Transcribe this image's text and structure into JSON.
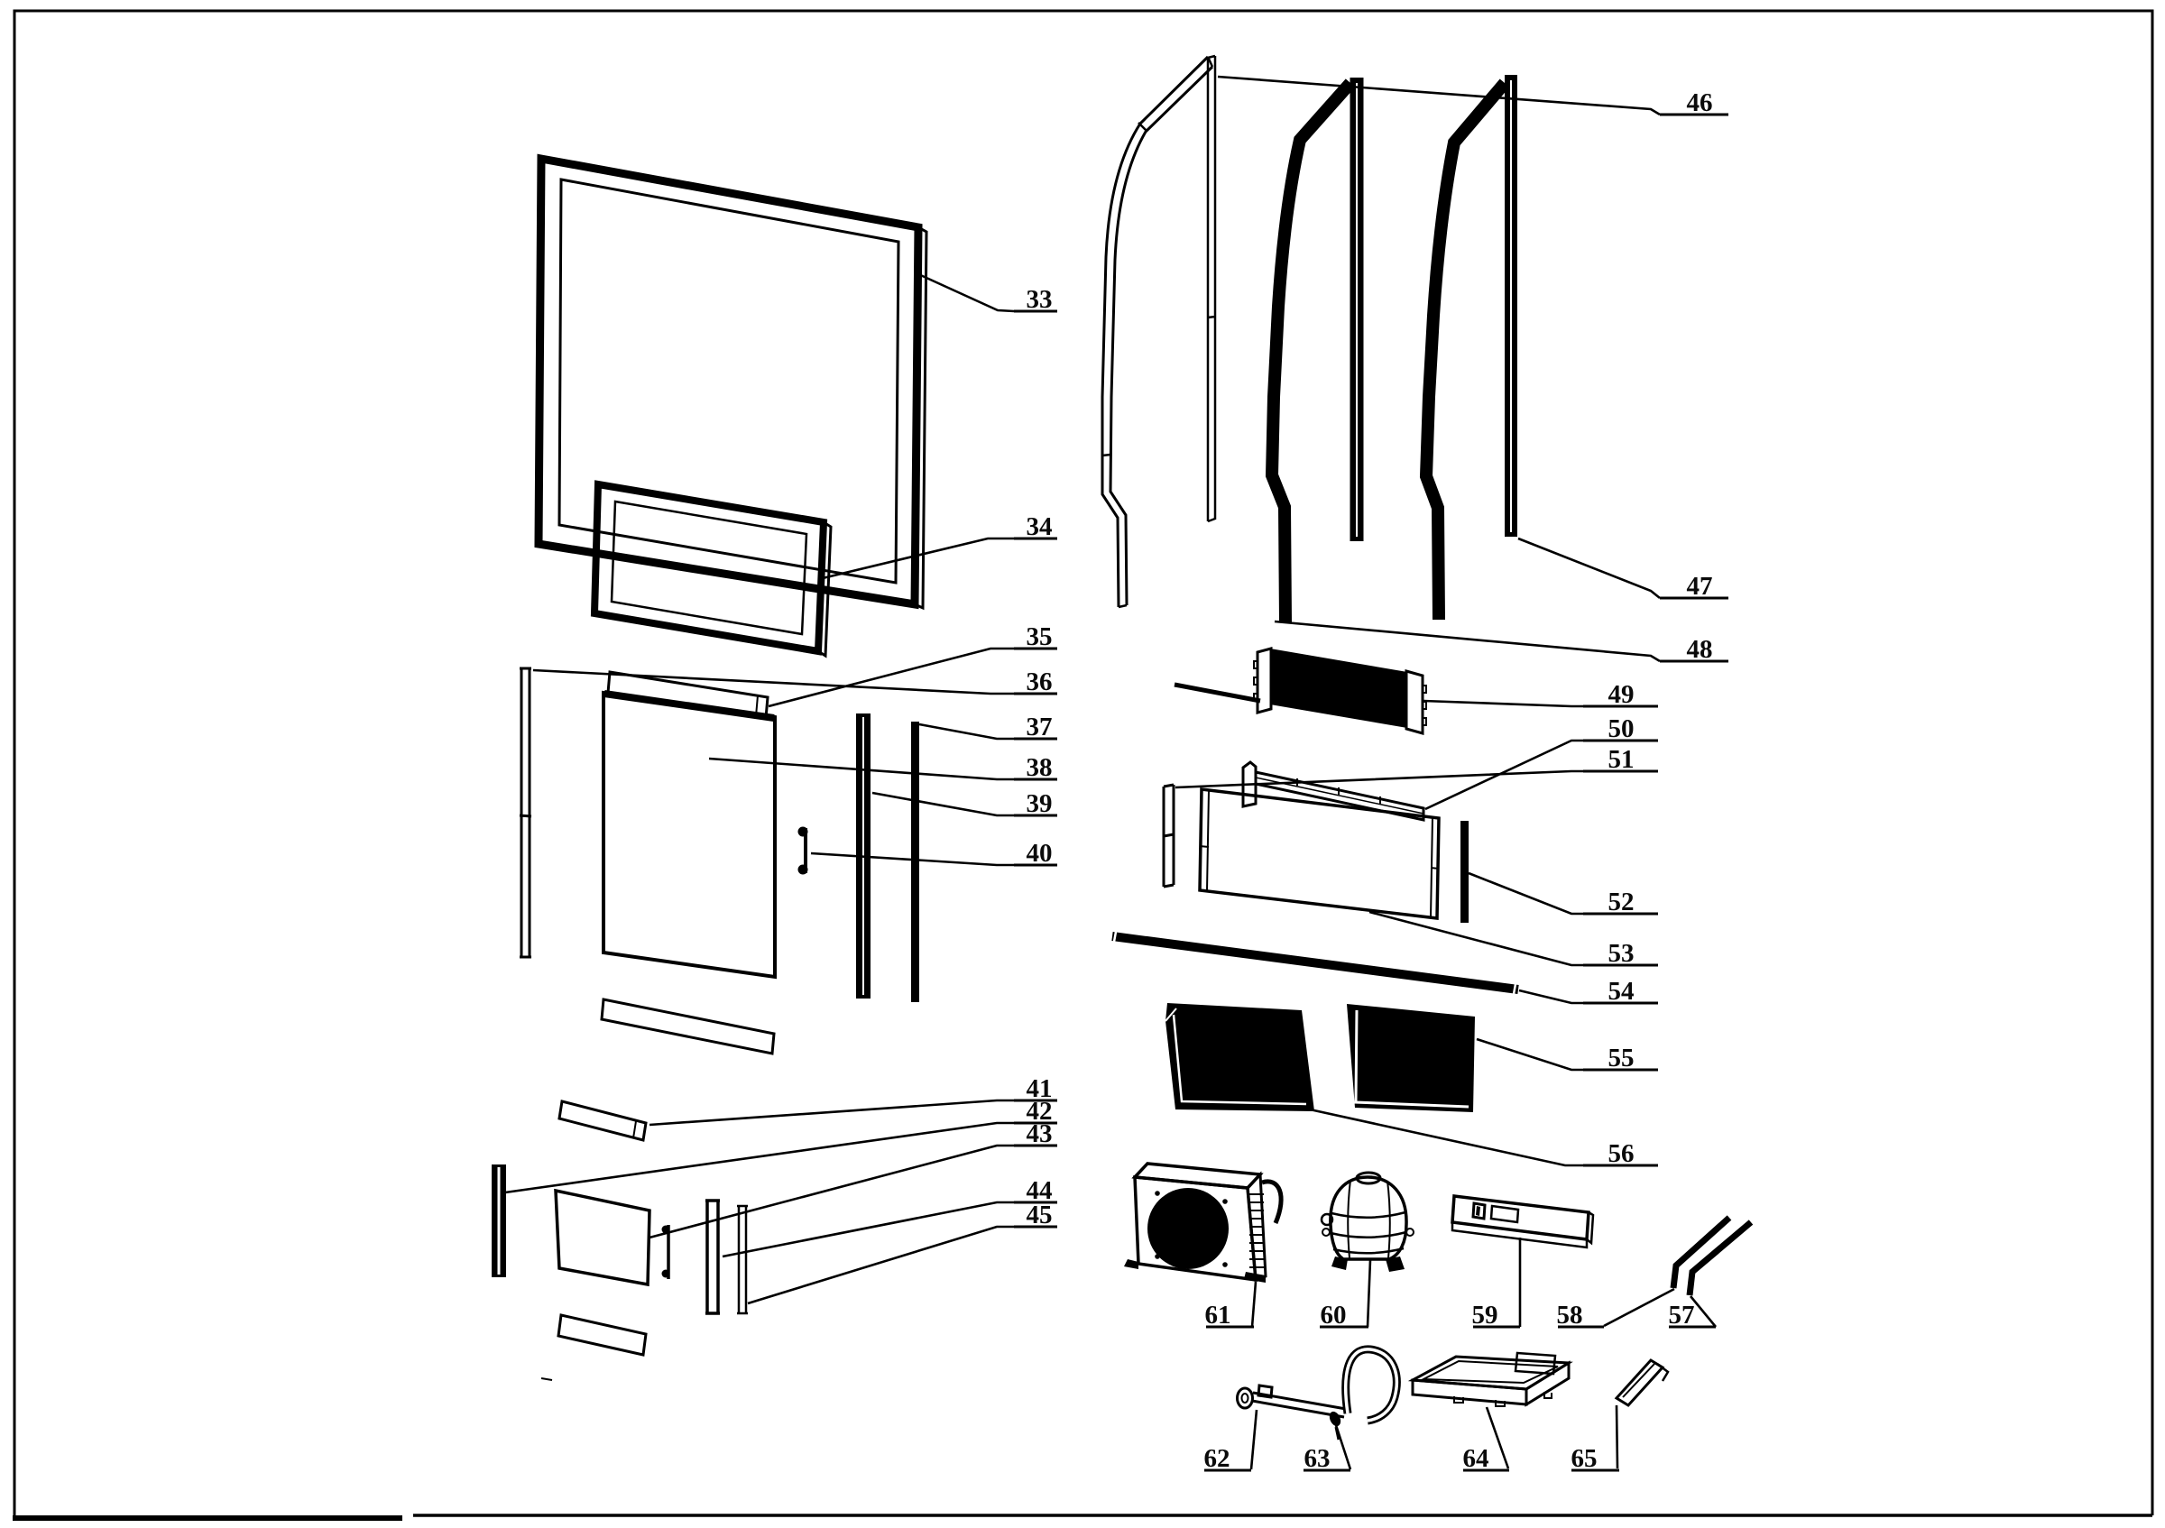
{
  "figure": {
    "type": "exploded-parts-diagram",
    "ink_color": "#000000",
    "background_color": "#ffffff",
    "labels": [
      {
        "num": "33"
      },
      {
        "num": "34"
      },
      {
        "num": "35"
      },
      {
        "num": "36"
      },
      {
        "num": "37"
      },
      {
        "num": "38"
      },
      {
        "num": "39"
      },
      {
        "num": "40"
      },
      {
        "num": "41"
      },
      {
        "num": "42"
      },
      {
        "num": "43"
      },
      {
        "num": "44"
      },
      {
        "num": "45"
      },
      {
        "num": "46"
      },
      {
        "num": "47"
      },
      {
        "num": "48"
      },
      {
        "num": "49"
      },
      {
        "num": "50"
      },
      {
        "num": "51"
      },
      {
        "num": "52"
      },
      {
        "num": "53"
      },
      {
        "num": "54"
      },
      {
        "num": "55"
      },
      {
        "num": "56"
      },
      {
        "num": "57"
      },
      {
        "num": "58"
      },
      {
        "num": "59"
      },
      {
        "num": "60"
      },
      {
        "num": "61"
      },
      {
        "num": "62"
      },
      {
        "num": "63"
      },
      {
        "num": "64"
      },
      {
        "num": "65"
      }
    ]
  }
}
